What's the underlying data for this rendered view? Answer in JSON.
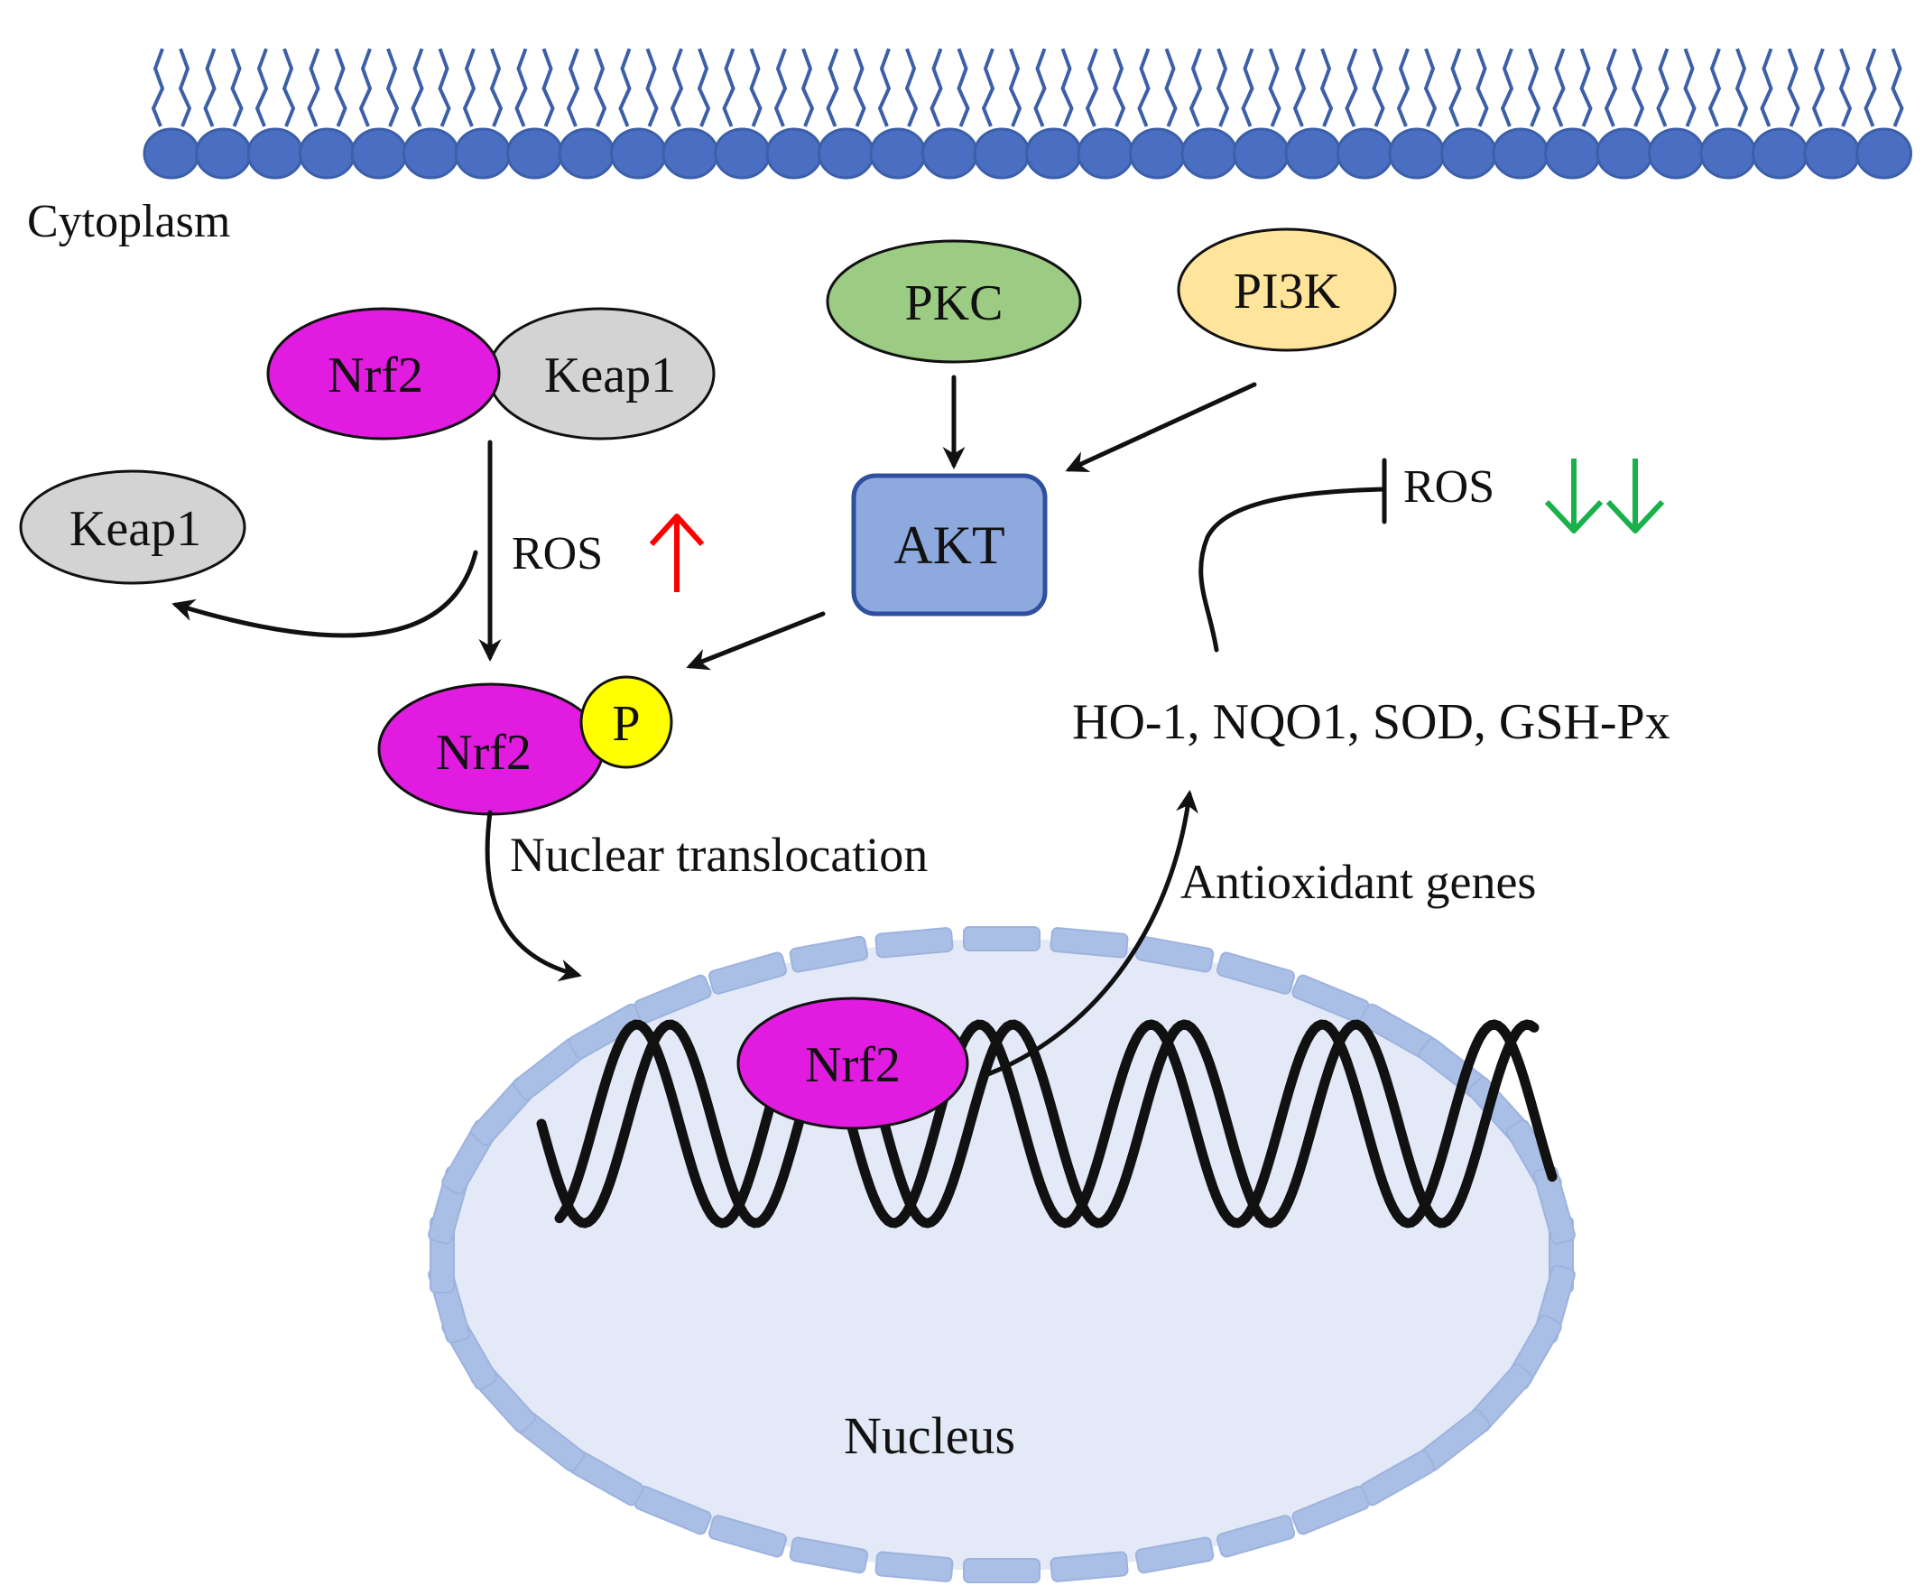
{
  "regions": {
    "cytoplasm": "Cytoplasm",
    "nucleus": "Nucleus"
  },
  "nodes": {
    "nrf2_complex": "Nrf2",
    "keap1_complex": "Keap1",
    "keap1_released": "Keap1",
    "pkc": "PKC",
    "pi3k": "PI3K",
    "akt": "AKT",
    "nrf2_phospho": "Nrf2",
    "phospho_p": "P",
    "nrf2_nucleus": "Nrf2"
  },
  "labels": {
    "ros_up": "ROS",
    "ros_down": "ROS",
    "nuclear_translocation": "Nuclear translocation",
    "antioxidant_genes": "Antioxidant genes",
    "gene_products": "HO-1, NQO1, SOD, GSH-Px"
  },
  "colors": {
    "membrane": "#3c5fa8",
    "membrane_head": "#4a6fc2",
    "nrf2": "#e21be0",
    "keap1": "#d3d3d3",
    "pkc": "#9ccc83",
    "pi3k": "#ffe49c",
    "akt": "#8ea9dd",
    "phospho": "#ffff00",
    "nucleus_fill": "#e3e9f6",
    "nucleus_envelope": "#a9bfe6",
    "up_arrow": "#ff0000",
    "down_arrow": "#1ab04a"
  }
}
